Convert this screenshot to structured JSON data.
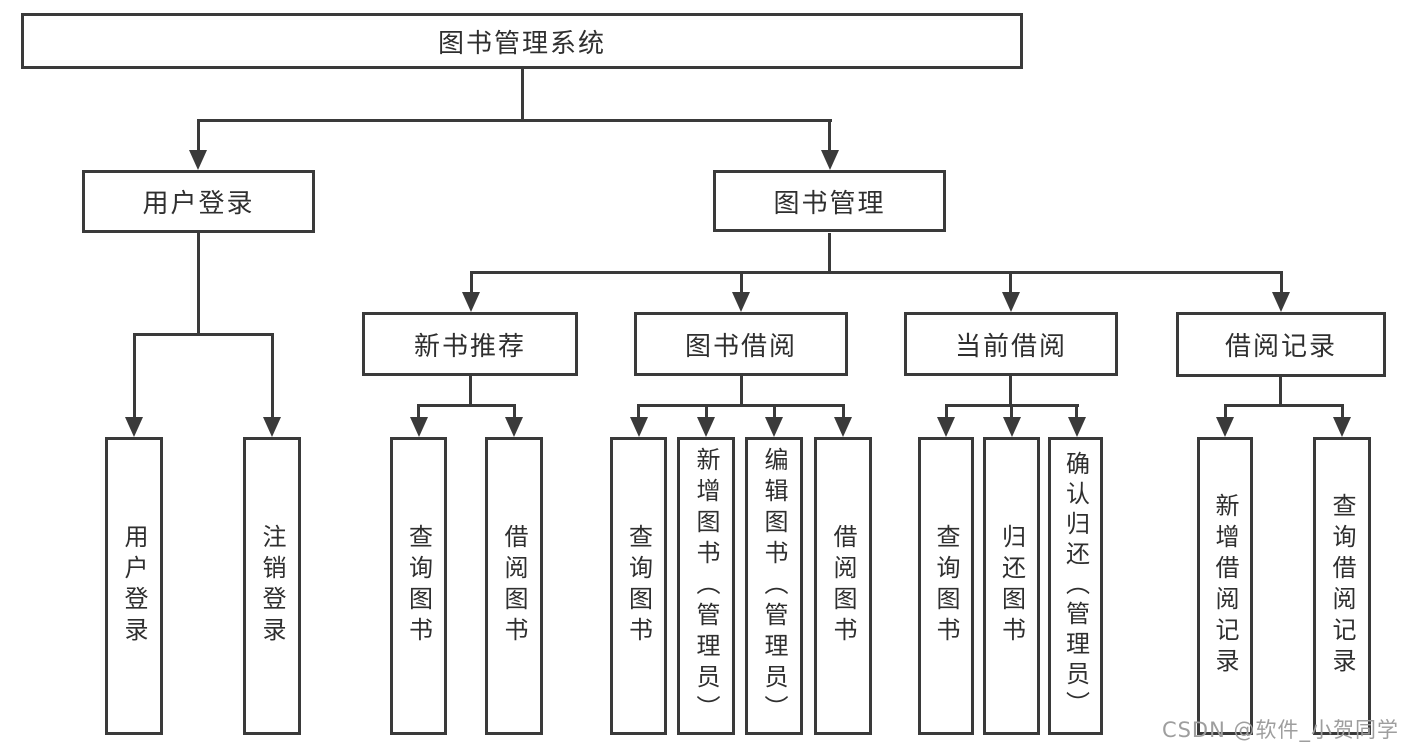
{
  "diagram": {
    "root": {
      "label": "图书管理系统",
      "children": [
        {
          "label": "用户登录",
          "children": [
            {
              "label": "用户登录"
            },
            {
              "label": "注销登录"
            }
          ]
        },
        {
          "label": "图书管理",
          "children": [
            {
              "label": "新书推荐",
              "children": [
                {
                  "label": "查询图书"
                },
                {
                  "label": "借阅图书"
                }
              ]
            },
            {
              "label": "图书借阅",
              "children": [
                {
                  "label": "查询图书"
                },
                {
                  "label": "新增图书（管理员）"
                },
                {
                  "label": "编辑图书（管理员）"
                },
                {
                  "label": "借阅图书"
                }
              ]
            },
            {
              "label": "当前借阅",
              "children": [
                {
                  "label": "查询图书"
                },
                {
                  "label": "归还图书"
                },
                {
                  "label": "确认归还（管理员）"
                }
              ]
            },
            {
              "label": "借阅记录",
              "children": [
                {
                  "label": "新增借阅记录"
                },
                {
                  "label": "查询借阅记录"
                }
              ]
            }
          ]
        }
      ]
    }
  },
  "watermark": {
    "text": "CSDN @软件_小贺同学"
  },
  "colors": {
    "line": "#3a3a3a",
    "text": "#2f2f2f",
    "watermark": "#9e9e9e",
    "background": "#ffffff"
  }
}
